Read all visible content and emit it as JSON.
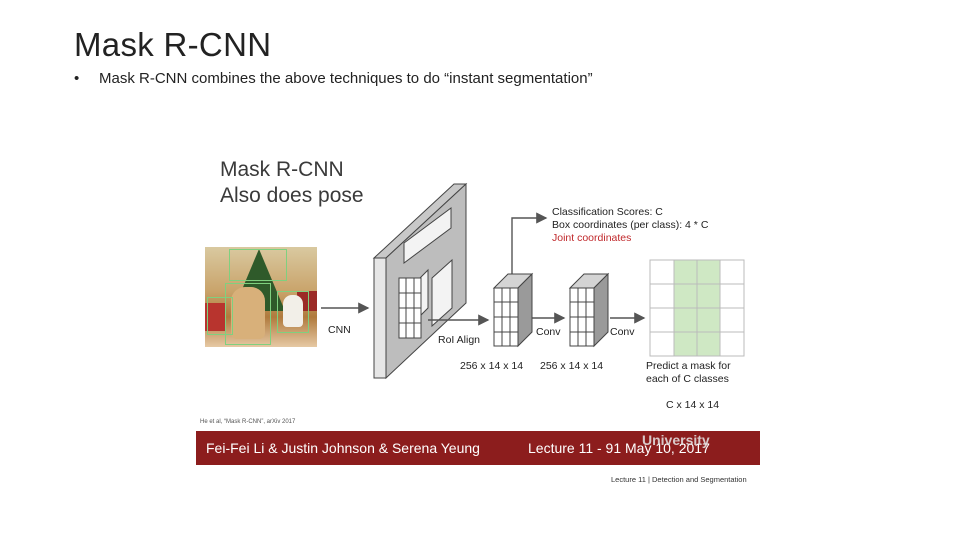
{
  "slide": {
    "title": "Mask R-CNN",
    "bullet_symbol": "•",
    "bullet": "Mask R-CNN combines the above techniques to do “instant segmentation”"
  },
  "figure": {
    "title_line1": "Mask R-CNN",
    "title_line2": "Also does pose",
    "labels": {
      "cnn": "CNN",
      "roi_align": "RoI Align",
      "conv1": "Conv",
      "conv2": "Conv",
      "dim1": "256 x 14 x 14",
      "dim2": "256 x 14 x 14",
      "cls_scores": "Classification Scores: C",
      "box_coords": "Box coordinates (per class): 4 * C",
      "joint_coords": "Joint coordinates",
      "predict_line1": "Predict a mask for",
      "predict_line2": "each of C classes",
      "mask_dim": "C x 14 x 14"
    },
    "citation": "He et al, “Mask R-CNN”, arXiv 2017",
    "banner": {
      "left": "Fei-Fei Li & Justin Johnson & Serena Yeung",
      "right": "Lecture 11 -   91   May 10, 2017",
      "overlay": "University"
    },
    "footer": "Lecture 11 | Detection and Segmentation",
    "colors": {
      "banner": "#8c1d1d",
      "joint_text": "#c0282b",
      "mask_highlight": "#cfe8c4",
      "bbox": "#7fd07f"
    }
  }
}
